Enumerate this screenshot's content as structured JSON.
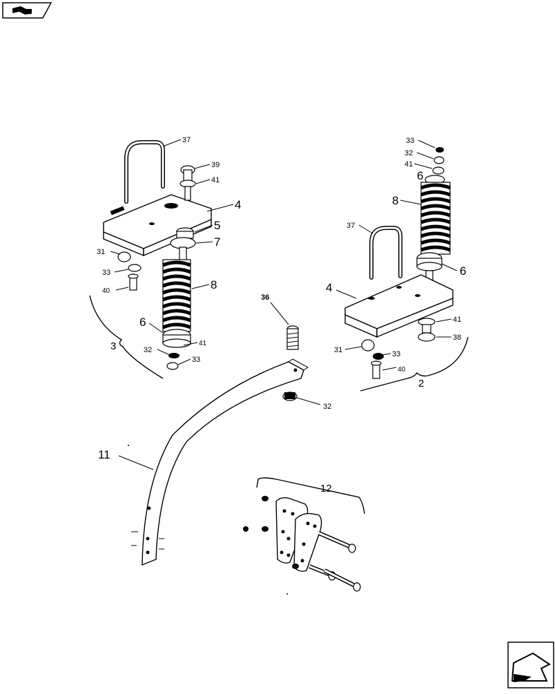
{
  "callouts": {
    "c37a": "37",
    "c39": "39",
    "c41a": "41",
    "c4a": "4",
    "c5": "5",
    "c7": "7",
    "c31a": "31",
    "c33a": "33",
    "c40a": "40",
    "c8a": "8",
    "c6a": "6",
    "c32a": "32",
    "c41b": "41",
    "c33b": "33",
    "c3": "3",
    "c33c": "33",
    "c32b": "32",
    "c41c": "41",
    "c6b": "6",
    "c8b": "8",
    "c37b": "37",
    "c6c": "6",
    "c4b": "4",
    "c41d": "41",
    "c38": "38",
    "c31b": "31",
    "c33d": "33",
    "c40b": "40",
    "c2": "2",
    "c36": "36",
    "c32c": "32",
    "c11": "11",
    "c12": "12"
  },
  "icons": {
    "top_left": "book-icon",
    "bottom_right": "next-page-arrow-icon"
  }
}
